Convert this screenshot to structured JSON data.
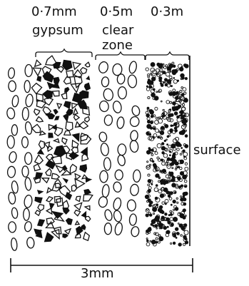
{
  "labels": {
    "gypsum_thickness": "0·7mm",
    "gypsum_name": "gypsum",
    "clear_thickness": "0·5m",
    "clear_name_line1": "clear",
    "clear_name_line2": "zone",
    "surface_thickness": "0·3m",
    "surface_name": "surface",
    "scale": "3mm"
  },
  "icons": [
    "grain-oval-icon",
    "gypsum-crystal-icon",
    "dot-grain-icon"
  ],
  "colors": {
    "ink": "#111111",
    "background": "#ffffff"
  }
}
